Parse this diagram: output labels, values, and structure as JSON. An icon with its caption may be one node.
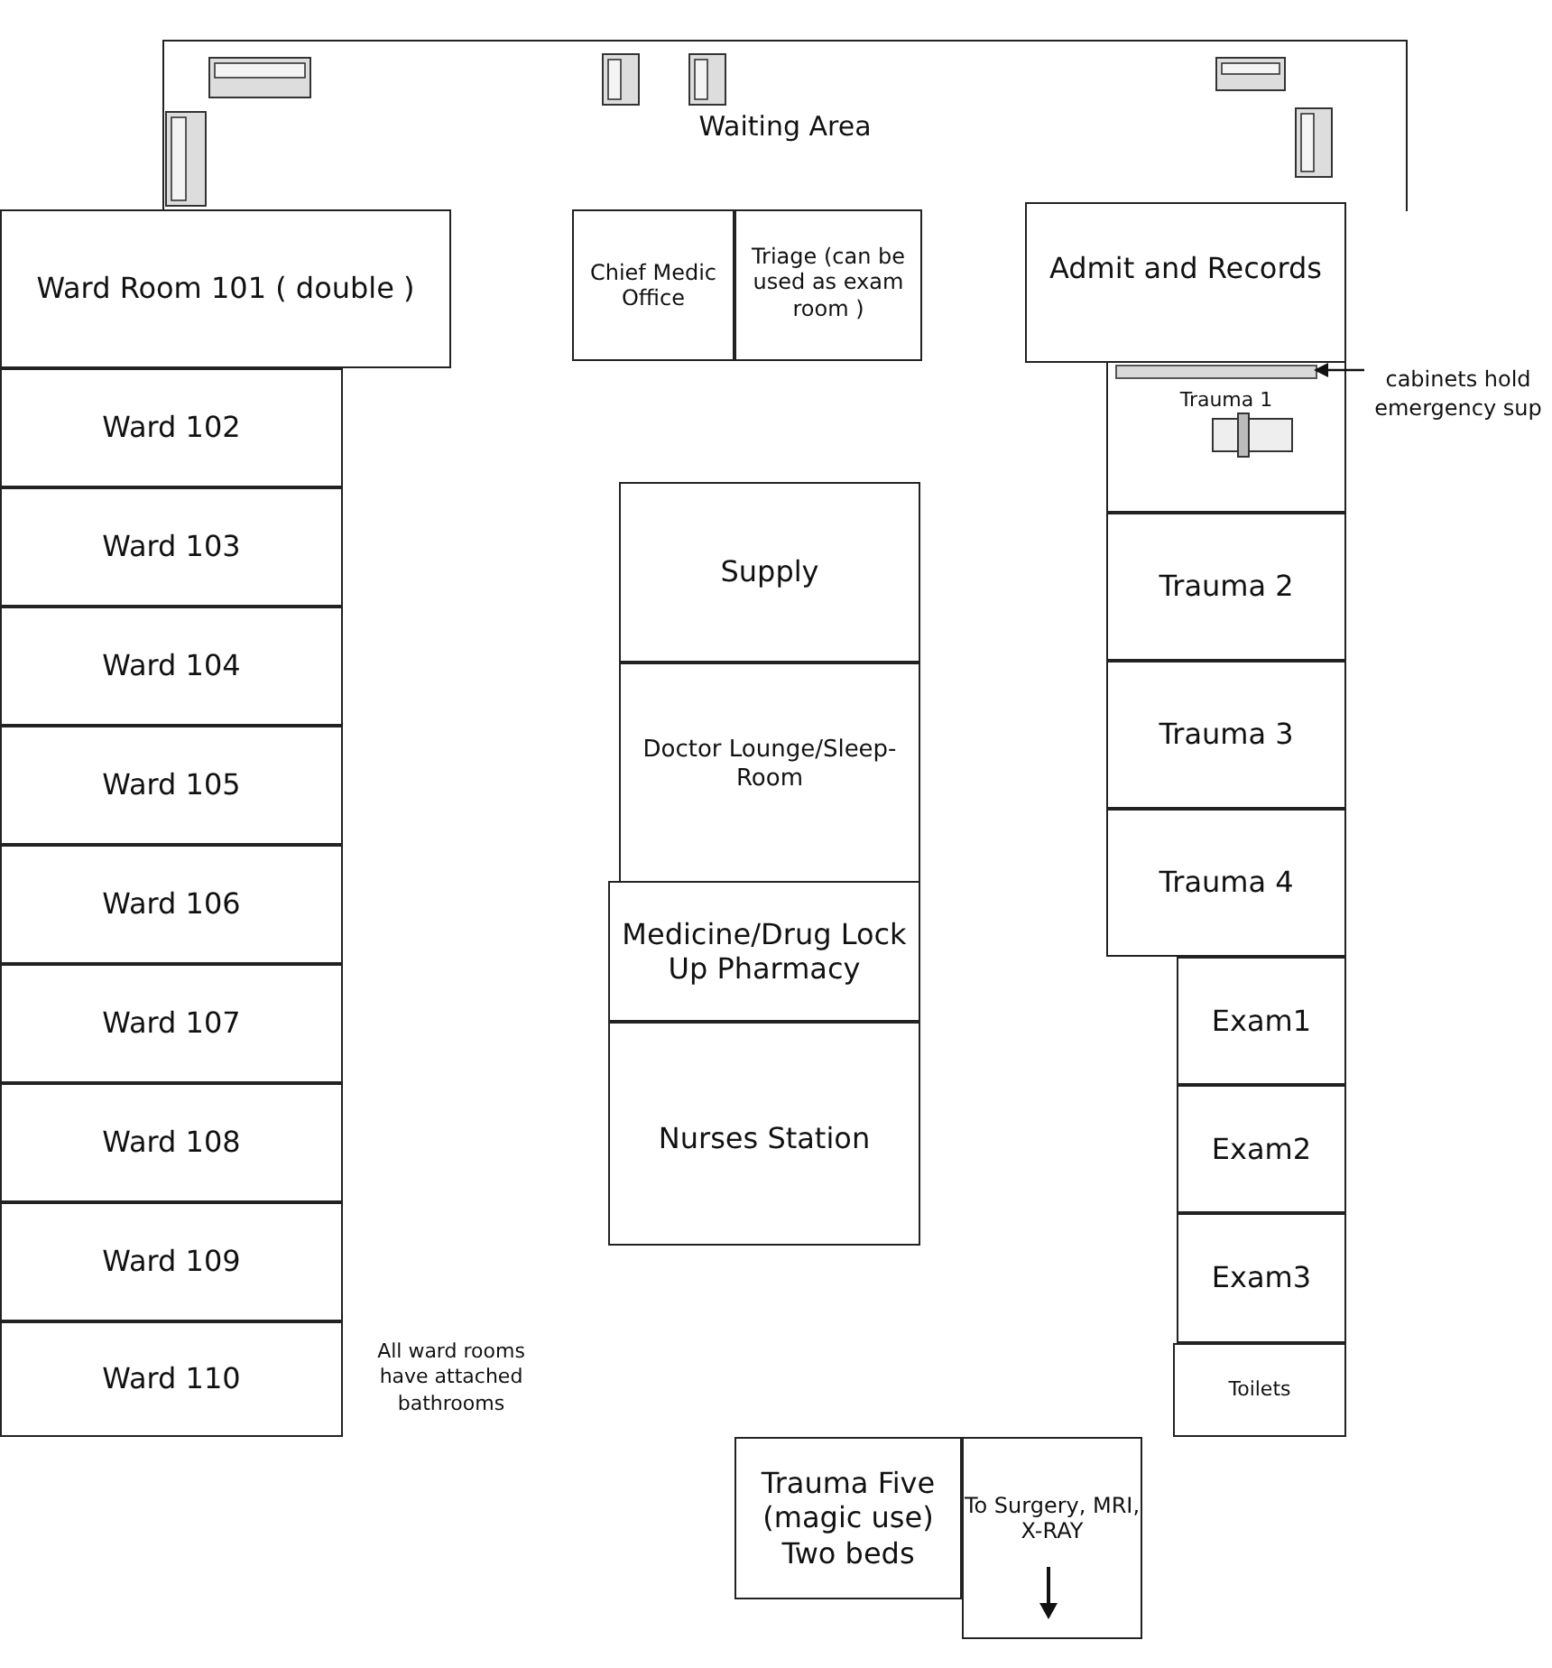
{
  "diagram": {
    "nodes": [
      {
        "text": [
          "Waiting Area"
        ]
      },
      {
        "text": [
          "Ward Room 101 ( double )"
        ]
      },
      {
        "text": [
          "Chief Medic Office"
        ]
      },
      {
        "text": [
          "Triage (can be used as exam room )"
        ]
      },
      {
        "text": [
          "Admit and Records"
        ]
      },
      {
        "text": [
          "Trauma 1"
        ]
      },
      {
        "text": [],
        "shape": "bar",
        "in": 5
      },
      {
        "text": [
          "cabinets hold emergency sup"
        ]
      },
      {
        "text": [
          "Ward 102"
        ]
      },
      {
        "text": [
          "Trauma 2"
        ]
      },
      {
        "text": [
          "Ward 103"
        ]
      },
      {
        "text": [
          "Supply"
        ]
      },
      {
        "text": [
          "Ward 104"
        ]
      },
      {
        "text": [
          "Trauma 3"
        ]
      },
      {
        "text": [
          "Doctor Lounge/Sleep-Room"
        ]
      },
      {
        "text": [
          "Ward 105"
        ]
      },
      {
        "text": [
          "Trauma 4"
        ]
      },
      {
        "text": [
          "Ward 106"
        ]
      },
      {
        "text": [
          "Medicine/Drug Lock Up Pharmacy"
        ]
      },
      {
        "text": [
          "Ward 107"
        ]
      },
      {
        "text": [
          "Exam1"
        ]
      },
      {
        "text": [
          "Nurses Station"
        ]
      },
      {
        "text": [
          "Ward 108"
        ]
      },
      {
        "text": [
          "Exam2"
        ]
      },
      {
        "text": [
          "Ward 109"
        ]
      },
      {
        "text": [
          "Exam3"
        ]
      },
      {
        "text": [
          "Ward 110"
        ]
      },
      {
        "text": [
          "Toilets"
        ]
      },
      {
        "text": [
          "Trauma Five (magic use) Two beds"
        ]
      },
      {
        "text": [
          "To Surgery, MRI, X-RAY"
        ]
      }
    ],
    "edges": [
      {
        "from": 7,
        "to": 6,
        "arrow": "to"
      }
    ],
    "labels": [
      "All ward rooms have attached bathrooms"
    ]
  }
}
